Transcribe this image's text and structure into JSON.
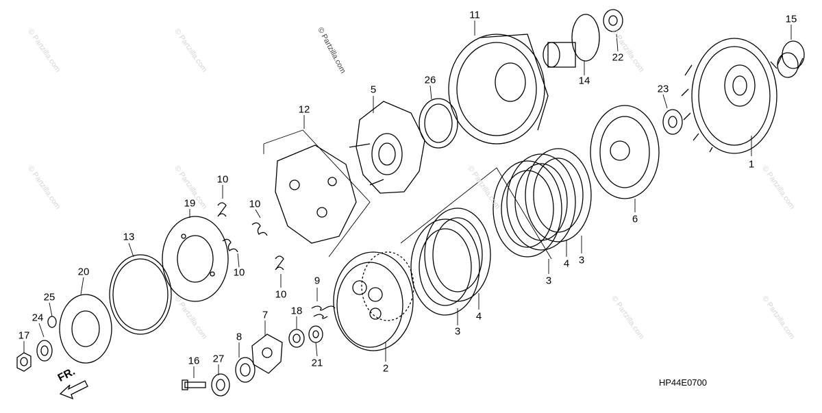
{
  "diagram": {
    "drawing_code": "HP44E0700",
    "front_marker": "FR.",
    "copyright": "© Partzilla.com",
    "watermark": "© Partzilla.com",
    "callouts": [
      {
        "id": "c1",
        "label": "1"
      },
      {
        "id": "c2",
        "label": "2"
      },
      {
        "id": "c3a",
        "label": "3"
      },
      {
        "id": "c3b",
        "label": "3"
      },
      {
        "id": "c3c",
        "label": "3"
      },
      {
        "id": "c4a",
        "label": "4"
      },
      {
        "id": "c4b",
        "label": "4"
      },
      {
        "id": "c5",
        "label": "5"
      },
      {
        "id": "c6",
        "label": "6"
      },
      {
        "id": "c7",
        "label": "7"
      },
      {
        "id": "c8",
        "label": "8"
      },
      {
        "id": "c9",
        "label": "9"
      },
      {
        "id": "c10a",
        "label": "10"
      },
      {
        "id": "c10b",
        "label": "10"
      },
      {
        "id": "c10c",
        "label": "10"
      },
      {
        "id": "c10d",
        "label": "10"
      },
      {
        "id": "c11",
        "label": "11"
      },
      {
        "id": "c12",
        "label": "12"
      },
      {
        "id": "c13",
        "label": "13"
      },
      {
        "id": "c14",
        "label": "14"
      },
      {
        "id": "c15",
        "label": "15"
      },
      {
        "id": "c16",
        "label": "16"
      },
      {
        "id": "c17",
        "label": "17"
      },
      {
        "id": "c18",
        "label": "18"
      },
      {
        "id": "c19",
        "label": "19"
      },
      {
        "id": "c20",
        "label": "20"
      },
      {
        "id": "c21",
        "label": "21"
      },
      {
        "id": "c22",
        "label": "22"
      },
      {
        "id": "c23",
        "label": "23"
      },
      {
        "id": "c24",
        "label": "24"
      },
      {
        "id": "c25",
        "label": "25"
      },
      {
        "id": "c26",
        "label": "26"
      },
      {
        "id": "c27",
        "label": "27"
      }
    ]
  }
}
